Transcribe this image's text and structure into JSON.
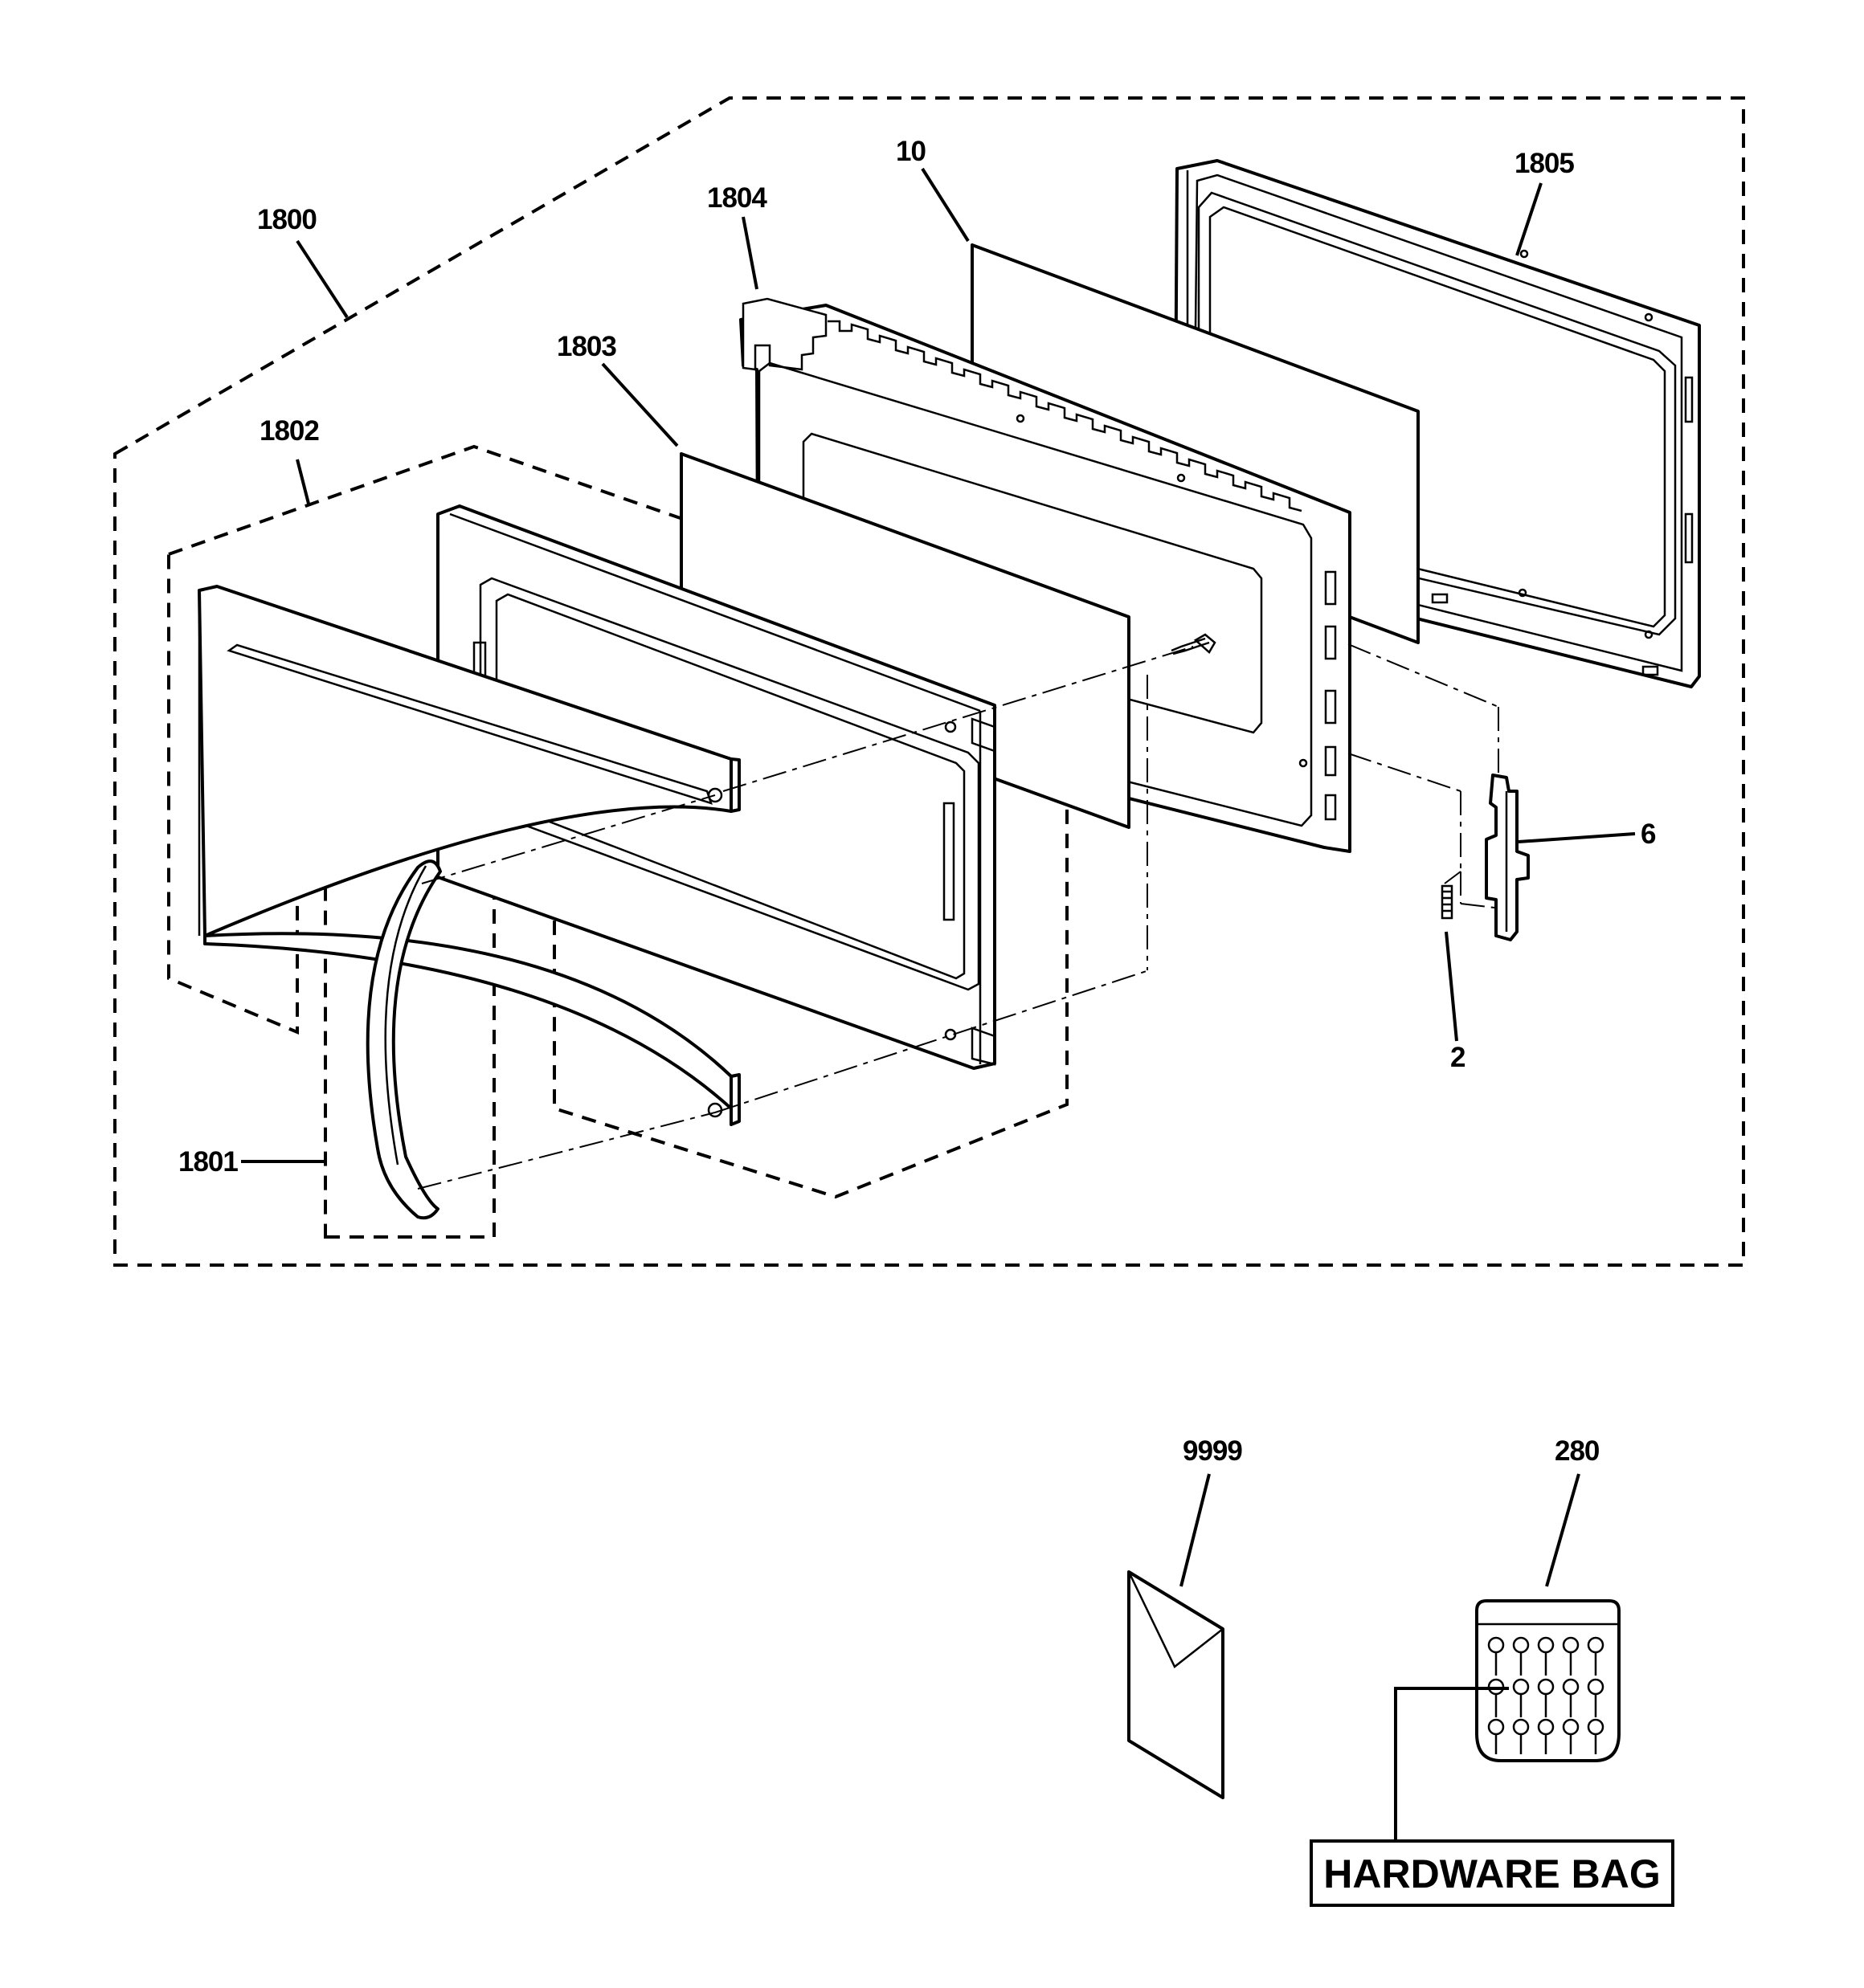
{
  "callouts": {
    "c1800": "1800",
    "c1801": "1801",
    "c1802": "1802",
    "c1803": "1803",
    "c1804": "1804",
    "c1805": "1805",
    "c10": "10",
    "c6": "6",
    "c2": "2",
    "c9999": "9999",
    "c280": "280"
  },
  "hardware_bag": {
    "label": "HARDWARE BAG"
  }
}
